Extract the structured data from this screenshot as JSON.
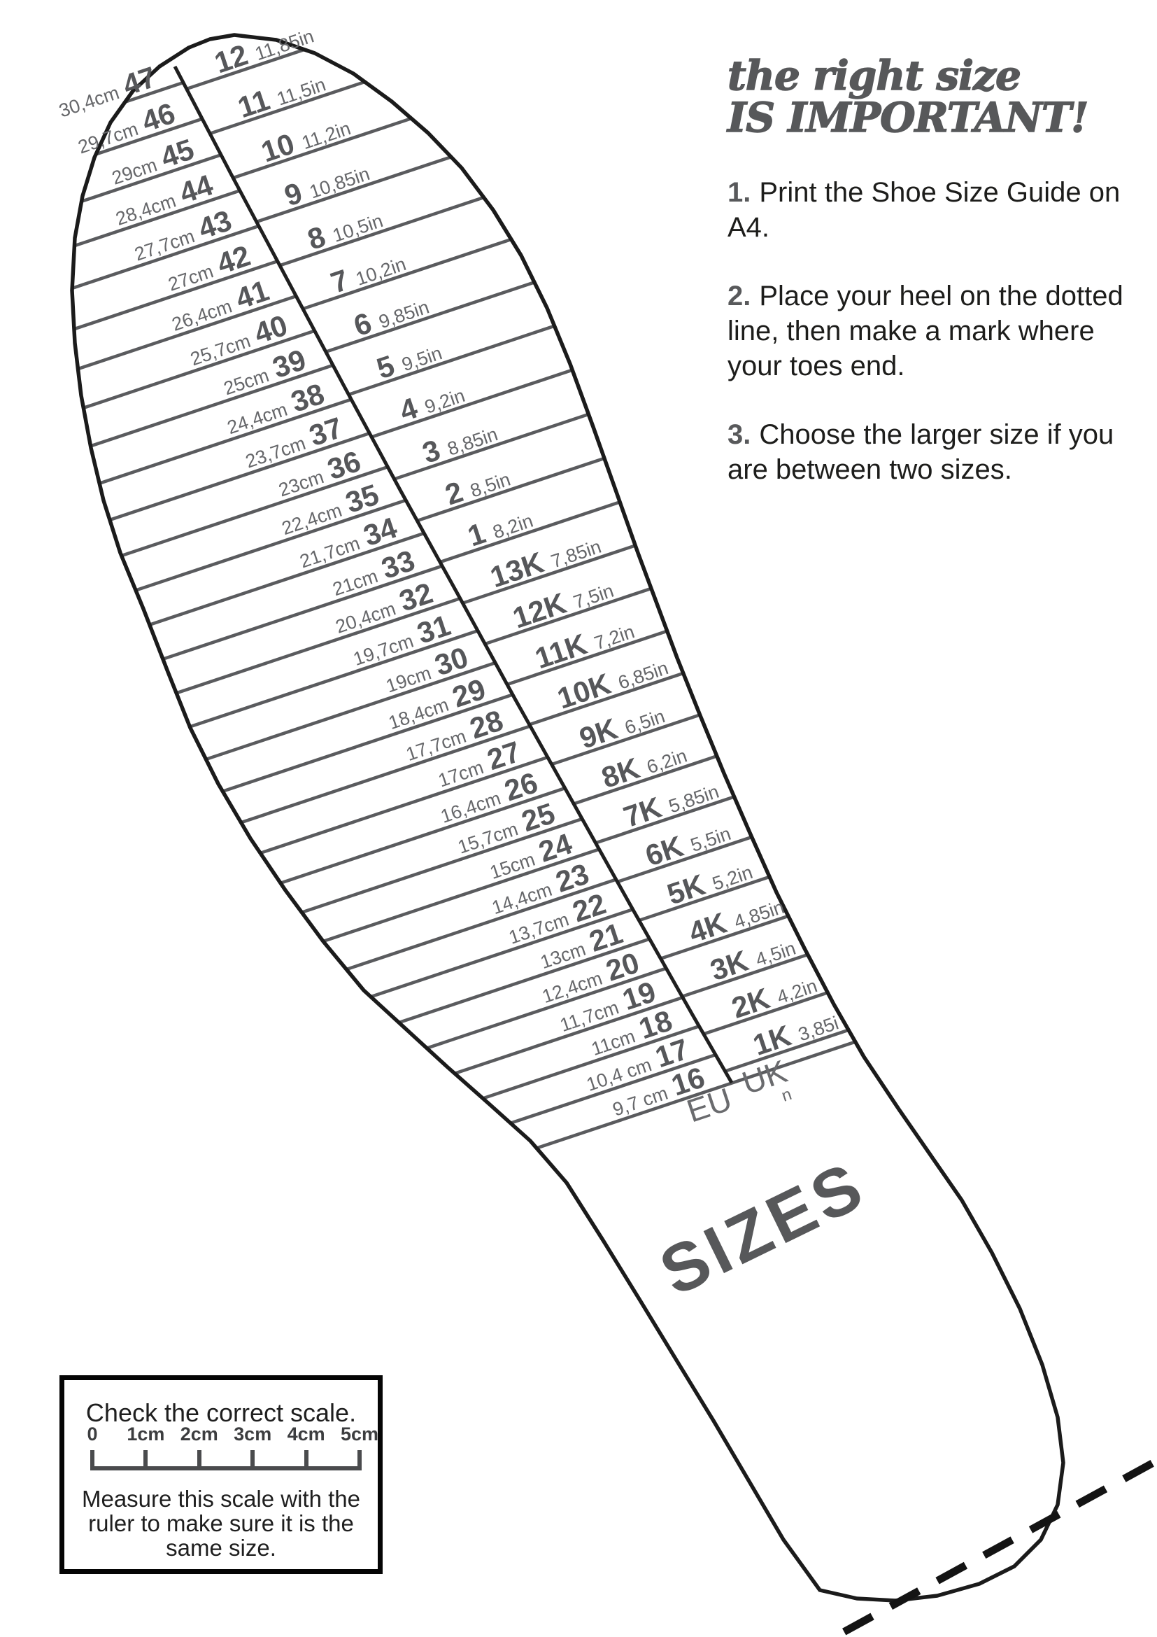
{
  "header": {
    "title_line1": "the right size",
    "title_line2": "IS IMPORTANT!",
    "accent_color": "#58595b",
    "text_color": "#1d1d1b"
  },
  "steps": [
    {
      "num": "1.",
      "lines": [
        "Print the Shoe Size Guide on",
        "A4."
      ]
    },
    {
      "num": "2.",
      "lines": [
        "Place your heel on the dotted",
        "line, then make a mark where",
        "your toes end."
      ]
    },
    {
      "num": "3.",
      "lines": [
        "Choose the larger size if you",
        "are between two sizes."
      ]
    }
  ],
  "chart": {
    "watermark": "SIZES",
    "eu_column_label": "EU",
    "uk_column_label": "UK",
    "uk_note": "n",
    "line_color": "#5a5b5e",
    "outline_color": "#1b1b1b",
    "eu_rows": [
      {
        "cm": "30,4cm",
        "size": "47"
      },
      {
        "cm": "29,7cm",
        "size": "46"
      },
      {
        "cm": "29cm",
        "size": "45"
      },
      {
        "cm": "28,4cm",
        "size": "44"
      },
      {
        "cm": "27,7cm",
        "size": "43"
      },
      {
        "cm": "27cm",
        "size": "42"
      },
      {
        "cm": "26,4cm",
        "size": "41"
      },
      {
        "cm": "25,7cm",
        "size": "40"
      },
      {
        "cm": "25cm",
        "size": "39"
      },
      {
        "cm": "24,4cm",
        "size": "38"
      },
      {
        "cm": "23,7cm",
        "size": "37"
      },
      {
        "cm": "23cm",
        "size": "36"
      },
      {
        "cm": "22,4cm",
        "size": "35"
      },
      {
        "cm": "21,7cm",
        "size": "34"
      },
      {
        "cm": "21cm",
        "size": "33"
      },
      {
        "cm": "20,4cm",
        "size": "32"
      },
      {
        "cm": "19,7cm",
        "size": "31"
      },
      {
        "cm": "19cm",
        "size": "30"
      },
      {
        "cm": "18,4cm",
        "size": "29"
      },
      {
        "cm": "17,7cm",
        "size": "28"
      },
      {
        "cm": "17cm",
        "size": "27"
      },
      {
        "cm": "16,4cm",
        "size": "26"
      },
      {
        "cm": "15,7cm",
        "size": "25"
      },
      {
        "cm": "15cm",
        "size": "24"
      },
      {
        "cm": "14,4cm",
        "size": "23"
      },
      {
        "cm": "13,7cm",
        "size": "22"
      },
      {
        "cm": "13cm",
        "size": "21"
      },
      {
        "cm": "12,4cm",
        "size": "20"
      },
      {
        "cm": "11,7cm",
        "size": "19"
      },
      {
        "cm": "11cm",
        "size": "18"
      },
      {
        "cm": "10,4 cm",
        "size": "17"
      },
      {
        "cm": "9,7 cm",
        "size": "16"
      }
    ],
    "uk_rows": [
      {
        "size": "12",
        "inches": "11,85in"
      },
      {
        "size": "11",
        "inches": "11,5in"
      },
      {
        "size": "10",
        "inches": "11,2in"
      },
      {
        "size": "9",
        "inches": "10,85in"
      },
      {
        "size": "8",
        "inches": "10,5in"
      },
      {
        "size": "7",
        "inches": "10,2in"
      },
      {
        "size": "6",
        "inches": "9,85in"
      },
      {
        "size": "5",
        "inches": "9,5in"
      },
      {
        "size": "4",
        "inches": "9,2in"
      },
      {
        "size": "3",
        "inches": "8,85in"
      },
      {
        "size": "2",
        "inches": "8,5in"
      },
      {
        "size": "1",
        "inches": "8,2in"
      },
      {
        "size": "13K",
        "inches": "7,85in"
      },
      {
        "size": "12K",
        "inches": "7,5in"
      },
      {
        "size": "11K",
        "inches": "7,2in"
      },
      {
        "size": "10K",
        "inches": "6,85in"
      },
      {
        "size": "9K",
        "inches": "6,5in"
      },
      {
        "size": "8K",
        "inches": "6,2in"
      },
      {
        "size": "7K",
        "inches": "5,85in"
      },
      {
        "size": "6K",
        "inches": "5,5in"
      },
      {
        "size": "5K",
        "inches": "5,2in"
      },
      {
        "size": "4K",
        "inches": "4,85in"
      },
      {
        "size": "3K",
        "inches": "4,5in"
      },
      {
        "size": "2K",
        "inches": "4,2in"
      },
      {
        "size": "1K",
        "inches": "3,85i"
      }
    ]
  },
  "scale_box": {
    "title": "Check the correct scale.",
    "ticks": [
      "0",
      "1cm",
      "2cm",
      "3cm",
      "4cm",
      "5cm"
    ],
    "note_lines": [
      "Measure this scale with the",
      "ruler to make sure it is the",
      "same size."
    ]
  }
}
